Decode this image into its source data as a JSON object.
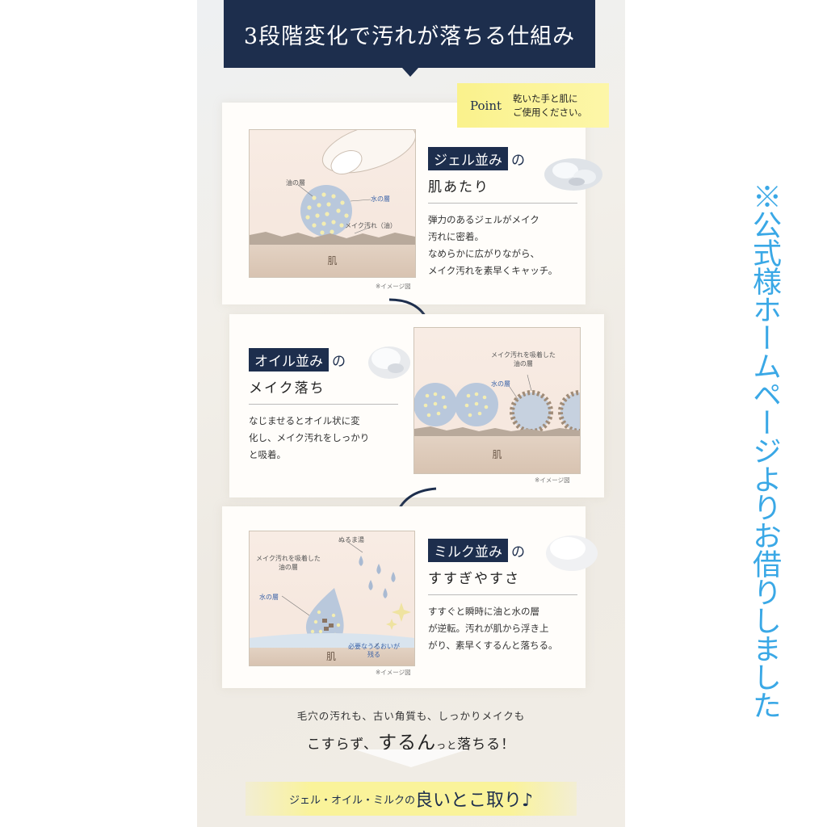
{
  "header": {
    "title": "3段階変化で汚れが落ちる仕組み"
  },
  "point": {
    "label": "Point",
    "text_line1": "乾いた手と肌に",
    "text_line2": "ご使用ください。"
  },
  "step1": {
    "tag": "ジェル並み",
    "tag_suffix": "の",
    "subtitle": "肌あたり",
    "desc1": "弾力のあるジェルがメイク",
    "desc2": "汚れに密着。",
    "desc3": "なめらかに広がりながら、",
    "desc4": "メイク汚れを素早くキャッチ。",
    "label_oil": "油の層",
    "label_water": "水の層",
    "label_makeup": "メイク汚れ（油）",
    "skin": "肌",
    "note": "※イメージ図"
  },
  "step2": {
    "tag": "オイル並み",
    "tag_suffix": "の",
    "subtitle": "メイク落ち",
    "desc1": "なじませるとオイル状に変",
    "desc2": "化し、メイク汚れをしっかり",
    "desc3": "と吸着。",
    "label_absorb1": "メイク汚れを吸着した",
    "label_absorb2": "油の層",
    "label_water": "水の層",
    "skin": "肌",
    "note": "※イメージ図"
  },
  "step3": {
    "tag": "ミルク並み",
    "tag_suffix": "の",
    "subtitle": "すすぎやすさ",
    "desc1": "すすぐと瞬時に油と水の層",
    "desc2": "が逆転。汚れが肌から浮き上",
    "desc3": "がり、素早くするんと落ちる。",
    "label_warm": "ぬるま湯",
    "label_absorb1": "メイク汚れを吸着した",
    "label_absorb2": "油の層",
    "label_water": "水の層",
    "label_moist1": "必要なうるおいが",
    "label_moist2": "残る",
    "skin": "肌",
    "note": "※イメージ図"
  },
  "footer": {
    "line1": "毛穴の汚れも、古い角質も、しっかりメイクも",
    "line2_a": "こすらず、",
    "line2_b": "するん",
    "line2_c": "っと",
    "line2_d": "落ちる！",
    "band_small": "ジェル・オイル・ミルクの",
    "band_large": "良いとこ取り♪"
  },
  "side_note": "※公式様ホームページよりお借りしました"
}
